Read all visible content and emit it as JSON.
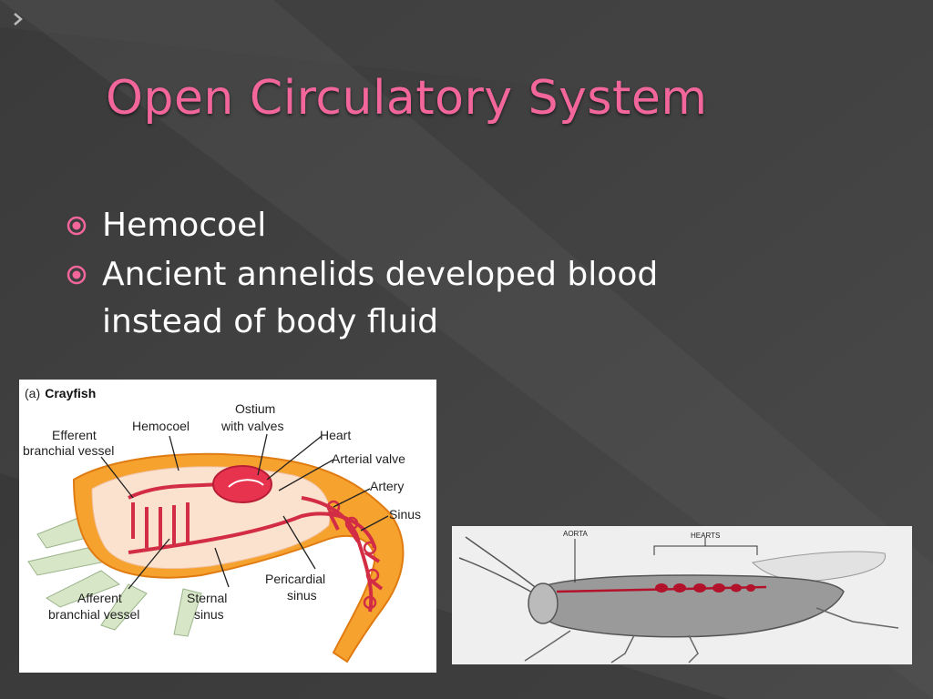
{
  "slide": {
    "title": "Open Circulatory System",
    "bullets": [
      "Hemocoel",
      "Ancient annelids developed blood instead of body fluid"
    ]
  },
  "figure_crayfish": {
    "caption_letter": "(a)",
    "caption_name": "Crayfish",
    "labels": {
      "efferent_1": "Efferent",
      "efferent_2": "branchial vessel",
      "hemocoel": "Hemocoel",
      "ostium_1": "Ostium",
      "ostium_2": "with valves",
      "heart": "Heart",
      "arterial_valve": "Arterial valve",
      "artery": "Artery",
      "sinus": "Sinus",
      "pericardial_1": "Pericardial",
      "pericardial_2": "sinus",
      "afferent_1": "Afferent",
      "afferent_2": "branchial vessel",
      "sternal_1": "Sternal",
      "sternal_2": "sinus"
    }
  },
  "figure_insect": {
    "labels": {
      "aorta": "AORTA",
      "hearts": "HEARTS"
    }
  },
  "colors": {
    "title": "#f2669b",
    "bullet": "#f2669b",
    "text": "#ffffff",
    "vessel": "#d22d45"
  },
  "icons": {
    "bullet": "circle-dot-icon",
    "slide_marker": "chevron-right-icon"
  }
}
